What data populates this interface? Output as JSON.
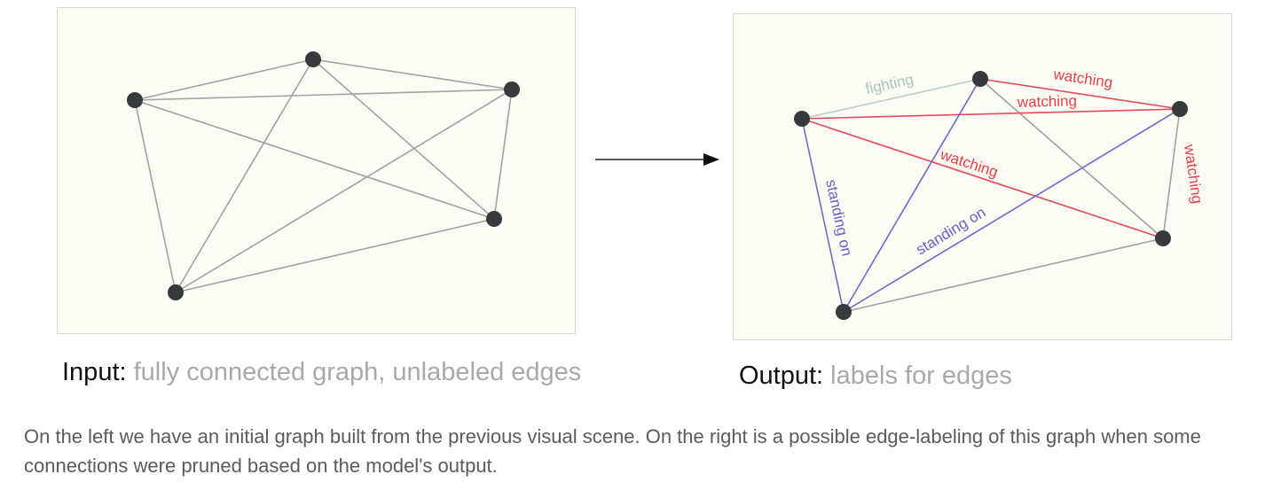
{
  "input_caption": {
    "key": "Input:",
    "value": " fully connected graph, unlabeled edges"
  },
  "output_caption": {
    "key": "Output:",
    "value": " labels for edges"
  },
  "description": "On the left we have an initial graph built from the previous visual scene. On the right is a possible edge-labeling of this graph when some connections were pruned based on the model's output.",
  "edge_labels": {
    "fighting": "fighting",
    "watching_top": "watching",
    "watching_mid": "watching",
    "watching_diag": "watching",
    "watching_right": "watching",
    "standing_left": "standing on",
    "standing_diag": "standing on"
  },
  "colors": {
    "watching": "#e84a54",
    "standing_on": "#7268cc",
    "fighting": "#b7d0c8",
    "unlabeled": "#a2a2a2",
    "node": "#353a3d"
  }
}
